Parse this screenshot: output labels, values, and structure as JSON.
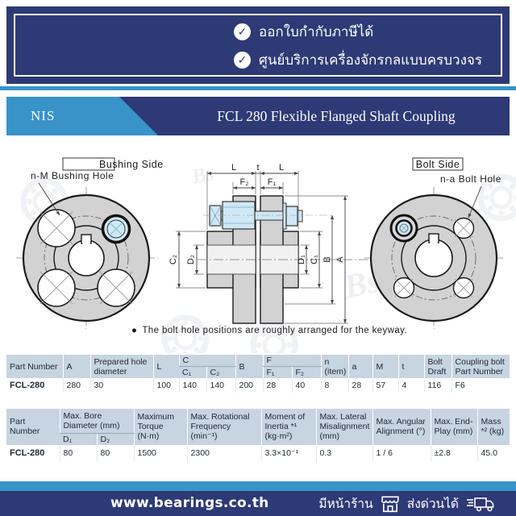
{
  "colors": {
    "navy": "#2d3a75",
    "light_blue": "#3793c8",
    "table_header": "#c7d4e1",
    "highlight_blue": "#cfe8f6",
    "flange_gray": "#d2d2d2"
  },
  "top_banner": {
    "items": [
      "ออกใบกำกับภาษีได้",
      "ศูนย์บริการเครื่องจักรกลแบบครบวงจร"
    ],
    "check_glyph": "✓"
  },
  "header": {
    "brand": "NIS",
    "title": "FCL 280 Flexible Flanged Shaft Coupling"
  },
  "diagram": {
    "left_view_label": "Bushing Side",
    "left_callout": "n-M Bushing Hole",
    "right_view_label": "Bolt Side",
    "right_callout": "n-a Bolt Hole",
    "note_bullet": "●",
    "note": "The bolt hole positions are roughly arranged for the keyway.",
    "dims": {
      "L_left": "L",
      "t": "t",
      "L_right": "L",
      "F2": "F₂",
      "F1": "F₁",
      "C2": "C₂",
      "D2": "D₂",
      "D1": "D₁",
      "C1": "C₁",
      "B": "B",
      "A": "A"
    }
  },
  "table1": {
    "headers": {
      "part_number": "Part Number",
      "A": "A",
      "prepared_hole": "Prepared hole diameter",
      "L": "L",
      "C": "C",
      "C1": "C₁",
      "C2": "C₂",
      "B": "B",
      "F": "F",
      "F1": "F₁",
      "F2": "F₂",
      "n": "n (item)",
      "a": "a",
      "M": "M",
      "t": "t",
      "bolt_draft": "Bolt Draft",
      "coupling_bolt": "Coupling bolt Part Number"
    },
    "row": {
      "part_number": "FCL-280",
      "A": "280",
      "prepared_hole": "30",
      "L": "100",
      "C1": "140",
      "C2": "140",
      "B": "200",
      "F1": "28",
      "F2": "40",
      "n": "8",
      "a": "28",
      "M": "57",
      "t": "4",
      "bolt_draft": "116",
      "coupling_bolt": "F6"
    }
  },
  "table2": {
    "headers": {
      "part_number": "Part Number",
      "max_bore": "Max. Bore Diameter (mm)",
      "D1": "D₁",
      "D2": "D₂",
      "max_torque": "Maximum Torque (N·m)",
      "max_rot": "Max. Rotational Frequency (min⁻¹)",
      "inertia": "Moment of Inertia *¹ (kg·m²)",
      "lateral": "Max. Lateral Misalignment (mm)",
      "angular": "Max. Angular Alignment (°)",
      "endplay": "Max. End-Play (mm)",
      "mass": "Mass *² (kg)"
    },
    "row": {
      "part_number": "FCL-280",
      "D1": "80",
      "D2": "80",
      "max_torque": "1500",
      "max_rot": "2300",
      "inertia": "3.3×10⁻¹",
      "lateral": "0.3",
      "angular": "1 / 6",
      "endplay": "±2.8",
      "mass": "45.0"
    }
  },
  "footer": {
    "website": "www.bearings.co.th",
    "store": "มีหน้าร้าน",
    "delivery": "ส่งด่วนได้"
  }
}
